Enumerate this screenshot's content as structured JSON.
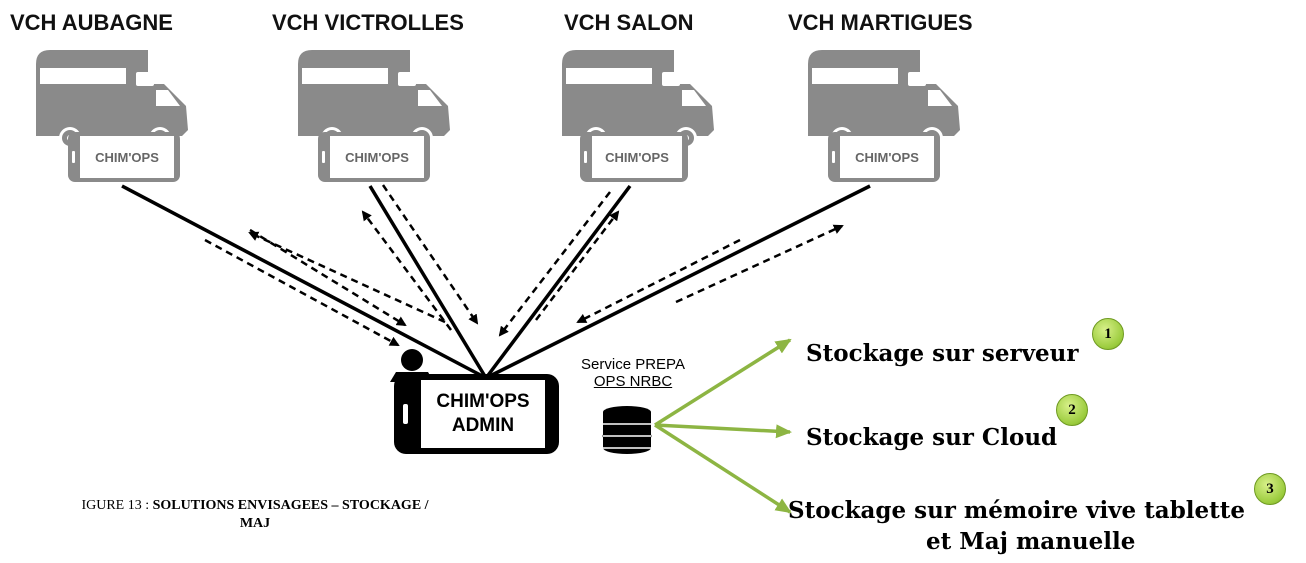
{
  "sites": [
    {
      "name": "VCH AUBAGNE",
      "tablet_label": "CHIM'OPS"
    },
    {
      "name": "VCH VICTROLLES",
      "tablet_label": "CHIM'OPS"
    },
    {
      "name": "VCH SALON",
      "tablet_label": "CHIM'OPS"
    },
    {
      "name": "VCH MARTIGUES",
      "tablet_label": "CHIM'OPS"
    }
  ],
  "admin": {
    "line1": "CHIM'OPS",
    "line2": "ADMIN"
  },
  "service": {
    "line1": "Service PREPA",
    "line2": "OPS NRBC"
  },
  "storage_options": [
    {
      "number": "1",
      "text": "Stockage sur serveur"
    },
    {
      "number": "2",
      "text": "Stockage sur Cloud"
    },
    {
      "number": "3",
      "text": "Stockage sur mémoire vive tablette",
      "text2": "et Maj manuelle"
    }
  ],
  "caption": {
    "prefix": "IGURE 13 : ",
    "bold": "SOLUTIONS ENVISAGEES – STOCKAGE /",
    "bold2": "MAJ"
  },
  "colors": {
    "arrow_green": "#8db543",
    "van_gray": "#8a8a8a",
    "line": "#000000"
  },
  "icons": [
    "van-icon",
    "tablet-icon",
    "user-icon",
    "database-icon"
  ]
}
